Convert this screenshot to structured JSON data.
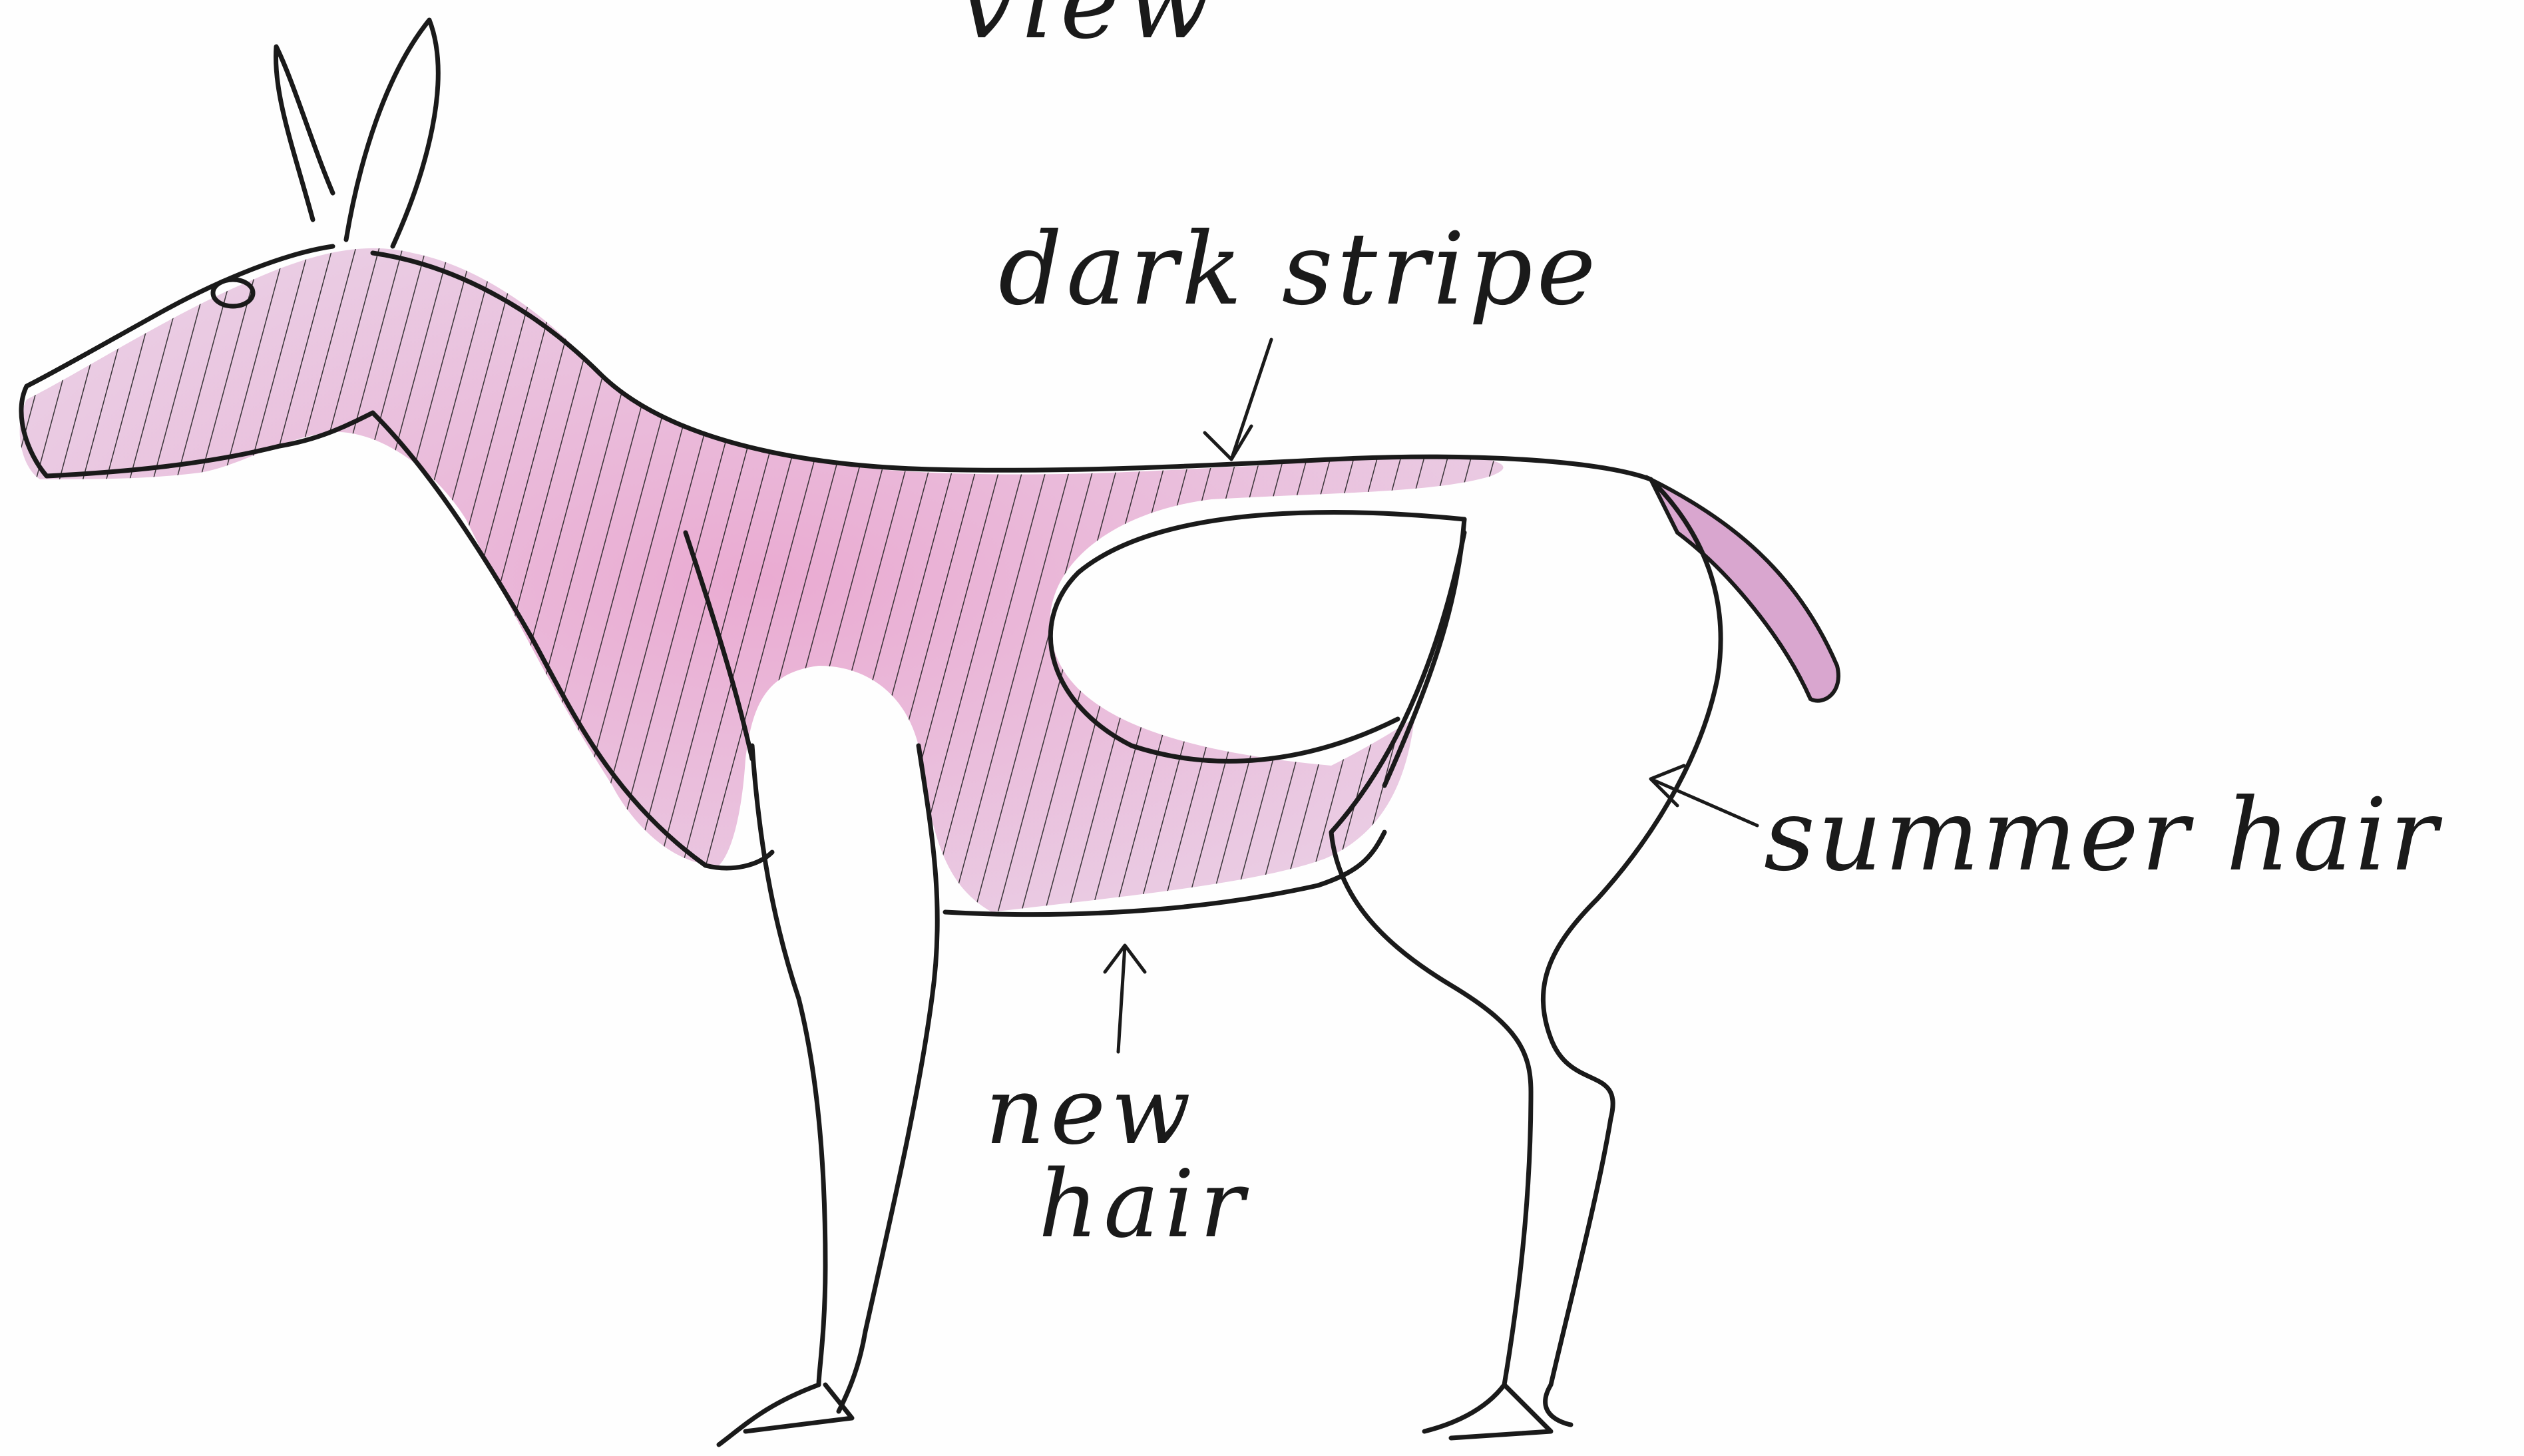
{
  "labels": {
    "view": "view",
    "dark_stripe": "dark stripe",
    "summer_hair": "summer hair",
    "new_hair_line1": "new",
    "new_hair_line2": "hair"
  },
  "colors": {
    "ink": "#1a1a1a",
    "coat_fill": "#d9a6cf",
    "coat_pink": "#e48fc3",
    "paper": "#fefefe"
  }
}
